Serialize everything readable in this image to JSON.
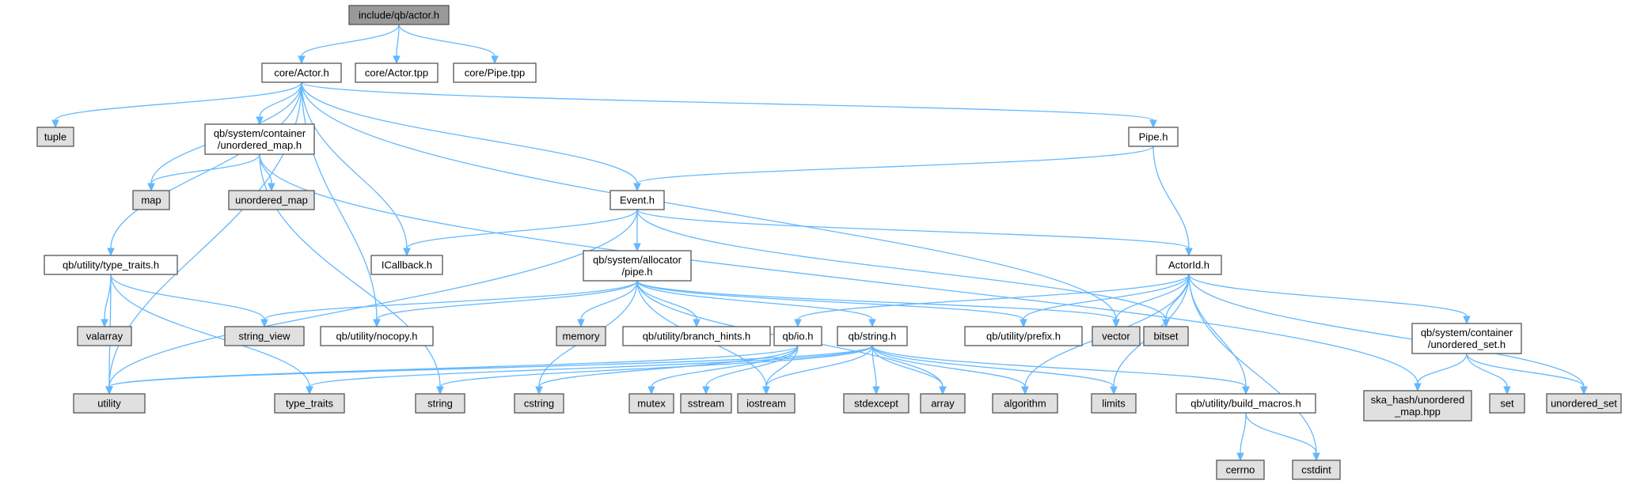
{
  "colors": {
    "root_fill": "#999999",
    "project_fill": "#ffffff",
    "external_fill": "#e0e0e0",
    "edge": "#63b8ff",
    "border_dark": "#555555",
    "border_light": "#bbbbbb"
  },
  "nodes": [
    {
      "id": "root",
      "kind": "root",
      "lines": [
        "include/qb/actor.h"
      ]
    },
    {
      "id": "core_actor_h",
      "kind": "project",
      "lines": [
        "core/Actor.h"
      ]
    },
    {
      "id": "core_actor_tpp",
      "kind": "project",
      "lines": [
        "core/Actor.tpp"
      ]
    },
    {
      "id": "core_pipe_tpp",
      "kind": "project",
      "lines": [
        "core/Pipe.tpp"
      ]
    },
    {
      "id": "tuple",
      "kind": "external",
      "lines": [
        "tuple"
      ]
    },
    {
      "id": "unordered_map_h",
      "kind": "project",
      "lines": [
        "qb/system/container",
        "/unordered_map.h"
      ]
    },
    {
      "id": "pipe_h",
      "kind": "project",
      "lines": [
        "Pipe.h"
      ]
    },
    {
      "id": "map",
      "kind": "external",
      "lines": [
        "map"
      ]
    },
    {
      "id": "unordered_map",
      "kind": "external",
      "lines": [
        "unordered_map"
      ]
    },
    {
      "id": "event_h",
      "kind": "project",
      "lines": [
        "Event.h"
      ]
    },
    {
      "id": "type_traits_h",
      "kind": "project",
      "lines": [
        "qb/utility/type_traits.h"
      ]
    },
    {
      "id": "icallback_h",
      "kind": "project",
      "lines": [
        "ICallback.h"
      ]
    },
    {
      "id": "allocator_pipe_h",
      "kind": "project",
      "lines": [
        "qb/system/allocator",
        "/pipe.h"
      ]
    },
    {
      "id": "actorid_h",
      "kind": "project",
      "lines": [
        "ActorId.h"
      ]
    },
    {
      "id": "valarray",
      "kind": "external",
      "lines": [
        "valarray"
      ]
    },
    {
      "id": "string_view",
      "kind": "external",
      "lines": [
        "string_view"
      ]
    },
    {
      "id": "nocopy_h",
      "kind": "project",
      "lines": [
        "qb/utility/nocopy.h"
      ]
    },
    {
      "id": "memory",
      "kind": "external",
      "lines": [
        "memory"
      ]
    },
    {
      "id": "branch_hints_h",
      "kind": "project",
      "lines": [
        "qb/utility/branch_hints.h"
      ]
    },
    {
      "id": "io_h",
      "kind": "project",
      "lines": [
        "qb/io.h"
      ]
    },
    {
      "id": "string_h",
      "kind": "project",
      "lines": [
        "qb/string.h"
      ]
    },
    {
      "id": "prefix_h",
      "kind": "project",
      "lines": [
        "qb/utility/prefix.h"
      ]
    },
    {
      "id": "vector",
      "kind": "external",
      "lines": [
        "vector"
      ]
    },
    {
      "id": "bitset",
      "kind": "external",
      "lines": [
        "bitset"
      ]
    },
    {
      "id": "unordered_set_h",
      "kind": "project",
      "lines": [
        "qb/system/container",
        "/unordered_set.h"
      ]
    },
    {
      "id": "utility",
      "kind": "external",
      "lines": [
        "utility"
      ]
    },
    {
      "id": "type_traits",
      "kind": "external",
      "lines": [
        "type_traits"
      ]
    },
    {
      "id": "string",
      "kind": "external",
      "lines": [
        "string"
      ]
    },
    {
      "id": "cstring",
      "kind": "external",
      "lines": [
        "cstring"
      ]
    },
    {
      "id": "mutex",
      "kind": "external",
      "lines": [
        "mutex"
      ]
    },
    {
      "id": "sstream",
      "kind": "external",
      "lines": [
        "sstream"
      ]
    },
    {
      "id": "iostream",
      "kind": "external",
      "lines": [
        "iostream"
      ]
    },
    {
      "id": "stdexcept",
      "kind": "external",
      "lines": [
        "stdexcept"
      ]
    },
    {
      "id": "array",
      "kind": "external",
      "lines": [
        "array"
      ]
    },
    {
      "id": "algorithm",
      "kind": "external",
      "lines": [
        "algorithm"
      ]
    },
    {
      "id": "limits",
      "kind": "external",
      "lines": [
        "limits"
      ]
    },
    {
      "id": "build_macros_h",
      "kind": "project",
      "lines": [
        "qb/utility/build_macros.h"
      ]
    },
    {
      "id": "ska_hash",
      "kind": "external",
      "lines": [
        "ska_hash/unordered",
        "_map.hpp"
      ]
    },
    {
      "id": "set",
      "kind": "external",
      "lines": [
        "set"
      ]
    },
    {
      "id": "unordered_set",
      "kind": "external",
      "lines": [
        "unordered_set"
      ]
    },
    {
      "id": "cerrno",
      "kind": "external",
      "lines": [
        "cerrno"
      ]
    },
    {
      "id": "cstdint",
      "kind": "external",
      "lines": [
        "cstdint"
      ]
    }
  ],
  "edges": [
    [
      "root",
      "core_actor_h"
    ],
    [
      "root",
      "core_actor_tpp"
    ],
    [
      "root",
      "core_pipe_tpp"
    ],
    [
      "core_actor_h",
      "tuple"
    ],
    [
      "core_actor_h",
      "unordered_map_h"
    ],
    [
      "core_actor_h",
      "pipe_h"
    ],
    [
      "core_actor_h",
      "map"
    ],
    [
      "core_actor_h",
      "event_h"
    ],
    [
      "core_actor_h",
      "type_traits_h"
    ],
    [
      "core_actor_h",
      "icallback_h"
    ],
    [
      "core_actor_h",
      "nocopy_h"
    ],
    [
      "core_actor_h",
      "vector"
    ],
    [
      "core_actor_h",
      "utility"
    ],
    [
      "unordered_map_h",
      "map"
    ],
    [
      "unordered_map_h",
      "unordered_map"
    ],
    [
      "unordered_map_h",
      "string"
    ],
    [
      "unordered_map_h",
      "ska_hash"
    ],
    [
      "pipe_h",
      "event_h"
    ],
    [
      "pipe_h",
      "actorid_h"
    ],
    [
      "event_h",
      "icallback_h"
    ],
    [
      "event_h",
      "allocator_pipe_h"
    ],
    [
      "event_h",
      "actorid_h"
    ],
    [
      "event_h",
      "bitset"
    ],
    [
      "event_h",
      "utility"
    ],
    [
      "type_traits_h",
      "valarray"
    ],
    [
      "type_traits_h",
      "string_view"
    ],
    [
      "type_traits_h",
      "utility"
    ],
    [
      "type_traits_h",
      "type_traits"
    ],
    [
      "allocator_pipe_h",
      "string_view"
    ],
    [
      "allocator_pipe_h",
      "nocopy_h"
    ],
    [
      "allocator_pipe_h",
      "memory"
    ],
    [
      "allocator_pipe_h",
      "branch_hints_h"
    ],
    [
      "allocator_pipe_h",
      "string_h"
    ],
    [
      "allocator_pipe_h",
      "prefix_h"
    ],
    [
      "allocator_pipe_h",
      "vector"
    ],
    [
      "allocator_pipe_h",
      "cstring"
    ],
    [
      "allocator_pipe_h",
      "iostream"
    ],
    [
      "allocator_pipe_h",
      "array"
    ],
    [
      "actorid_h",
      "io_h"
    ],
    [
      "actorid_h",
      "prefix_h"
    ],
    [
      "actorid_h",
      "vector"
    ],
    [
      "actorid_h",
      "bitset"
    ],
    [
      "actorid_h",
      "unordered_set_h"
    ],
    [
      "actorid_h",
      "algorithm"
    ],
    [
      "actorid_h",
      "limits"
    ],
    [
      "actorid_h",
      "build_macros_h"
    ],
    [
      "actorid_h",
      "cstdint"
    ],
    [
      "actorid_h",
      "unordered_set"
    ],
    [
      "io_h",
      "utility"
    ],
    [
      "io_h",
      "cstring"
    ],
    [
      "io_h",
      "mutex"
    ],
    [
      "io_h",
      "sstream"
    ],
    [
      "io_h",
      "iostream"
    ],
    [
      "string_h",
      "utility"
    ],
    [
      "string_h",
      "type_traits"
    ],
    [
      "string_h",
      "string"
    ],
    [
      "string_h",
      "iostream"
    ],
    [
      "string_h",
      "stdexcept"
    ],
    [
      "string_h",
      "array"
    ],
    [
      "string_h",
      "algorithm"
    ],
    [
      "string_h",
      "limits"
    ],
    [
      "string_h",
      "build_macros_h"
    ],
    [
      "unordered_set_h",
      "ska_hash"
    ],
    [
      "unordered_set_h",
      "set"
    ],
    [
      "unordered_set_h",
      "unordered_set"
    ],
    [
      "build_macros_h",
      "cerrno"
    ],
    [
      "build_macros_h",
      "cstdint"
    ]
  ]
}
